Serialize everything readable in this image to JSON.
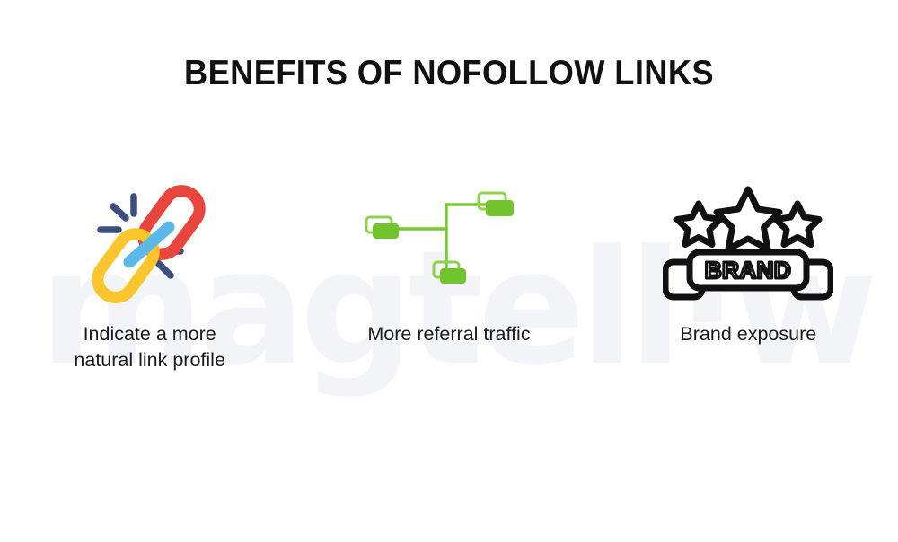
{
  "page": {
    "title": "BENEFITS OF NOFOLLOW LINKS",
    "background_color": "#ffffff",
    "title_color": "#111111",
    "text_color": "#1a1a1a"
  },
  "watermark": {
    "text": "magtell·w",
    "color": "#f2f4f8"
  },
  "benefits": [
    {
      "id": "natural-link-profile",
      "icon": "chain-link-icon",
      "caption": "Indicate a more\nnatural link profile",
      "colors": {
        "red": "#e8453c",
        "yellow": "#fbc62d",
        "blue": "#5bb8e8",
        "navy": "#3b4e7e"
      }
    },
    {
      "id": "referral-traffic",
      "icon": "sitemap-network-icon",
      "caption": "More referral traffic",
      "colors": {
        "green": "#72c42e",
        "green_light": "#8ed14e"
      }
    },
    {
      "id": "brand-exposure",
      "icon": "brand-banner-stars-icon",
      "caption": "Brand exposure",
      "label": "BRAND",
      "star_count": 3,
      "colors": {
        "black": "#111111"
      }
    }
  ]
}
